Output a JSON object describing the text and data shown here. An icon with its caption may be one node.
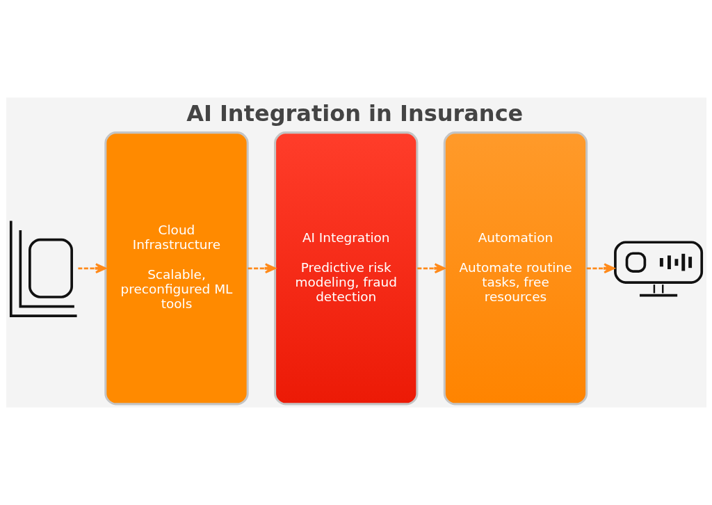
{
  "diagram": {
    "title": "AI Integration in Insurance",
    "nodes": [
      {
        "text": [],
        "shape": "picture"
      },
      {
        "text": [
          "Cloud Infrastructure",
          "Scalable, preconfigured ML tools"
        ]
      },
      {
        "text": [
          "AI Integration",
          "Predictive risk modeling, fraud detection"
        ]
      },
      {
        "text": [
          "Automation",
          "Automate routine tasks, free resources"
        ]
      },
      {
        "text": [],
        "shape": "picture"
      }
    ],
    "edges": [
      {
        "from": 0,
        "to": 1,
        "arrow": "to",
        "style": "dashed"
      },
      {
        "from": 1,
        "to": 2,
        "arrow": "to",
        "style": "dashed"
      },
      {
        "from": 2,
        "to": 3,
        "arrow": "to",
        "style": "dashed"
      },
      {
        "from": 3,
        "to": 4,
        "arrow": "to",
        "style": "dashed"
      }
    ]
  }
}
